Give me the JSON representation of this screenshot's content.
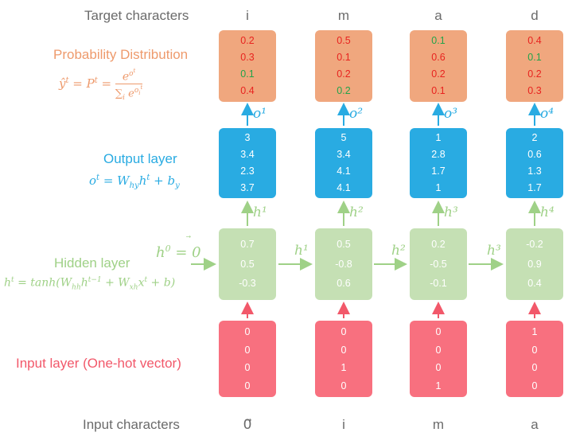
{
  "labels": {
    "target_characters": "Target characters",
    "probability_distribution": "Probability Distribution",
    "output_layer": "Output layer",
    "hidden_layer": "Hidden layer",
    "input_layer": "Input layer (One-hot vector)",
    "input_characters": "Input characters"
  },
  "formulas": {
    "prob": "ŷᵗ = Pᵗ = e^{oᵗ} / Σᵢ e^{oᵢᵗ}",
    "output": "oᵗ = W_hy hᵗ + b_y",
    "hidden": "hᵗ = tanh(W_hh hᵗ⁻¹ + W_xh xᵗ + b)",
    "h0": "h⁰ = 0⃗"
  },
  "target_chars": [
    "i",
    "m",
    "a",
    "d"
  ],
  "input_chars": [
    "0⃗",
    "i",
    "m",
    "a"
  ],
  "prob_boxes": [
    [
      {
        "v": "0.2",
        "c": "red"
      },
      {
        "v": "0.3",
        "c": "red"
      },
      {
        "v": "0.1",
        "c": "green"
      },
      {
        "v": "0.4",
        "c": "red"
      }
    ],
    [
      {
        "v": "0.5",
        "c": "red"
      },
      {
        "v": "0.1",
        "c": "red"
      },
      {
        "v": "0.2",
        "c": "red"
      },
      {
        "v": "0.2",
        "c": "green"
      }
    ],
    [
      {
        "v": "0.1",
        "c": "green"
      },
      {
        "v": "0.6",
        "c": "red"
      },
      {
        "v": "0.2",
        "c": "red"
      },
      {
        "v": "0.1",
        "c": "red"
      }
    ],
    [
      {
        "v": "0.4",
        "c": "red"
      },
      {
        "v": "0.1",
        "c": "green"
      },
      {
        "v": "0.2",
        "c": "red"
      },
      {
        "v": "0.3",
        "c": "red"
      }
    ]
  ],
  "output_boxes": [
    [
      "3",
      "3.4",
      "2.3",
      "3.7"
    ],
    [
      "5",
      "3.4",
      "4.1",
      "4.1"
    ],
    [
      "1",
      "2.8",
      "1.7",
      "1"
    ],
    [
      "2",
      "0.6",
      "1.3",
      "1.7"
    ]
  ],
  "hidden_boxes": [
    [
      "0.7",
      "0.5",
      "-0.3"
    ],
    [
      "0.5",
      "-0.8",
      "0.6"
    ],
    [
      "0.2",
      "-0.5",
      "-0.1"
    ],
    [
      "-0.2",
      "0.9",
      "0.4"
    ]
  ],
  "input_boxes": [
    [
      "0",
      "0",
      "0",
      "0"
    ],
    [
      "0",
      "0",
      "1",
      "0"
    ],
    [
      "0",
      "0",
      "0",
      "1"
    ],
    [
      "1",
      "0",
      "0",
      "0"
    ]
  ],
  "o_tags": [
    "o¹",
    "o²",
    "o³",
    "o⁴"
  ],
  "h_up_tags": [
    "h¹",
    "h²",
    "h³",
    "h⁴"
  ],
  "h_side_tags": [
    "h¹",
    "h²",
    "h³"
  ],
  "colors": {
    "prob_box": "#f0a77e",
    "prob_text": "#ee9a6c",
    "output_box": "#29abe2",
    "output_text": "#29abe2",
    "hidden_box": "#c5e0b4",
    "hidden_text": "#9fd187",
    "input_box": "#f8707f",
    "input_text": "#f2586a",
    "value_red": "#e8231f",
    "value_green": "#22a34a",
    "gray_text": "#6b6b6b"
  }
}
